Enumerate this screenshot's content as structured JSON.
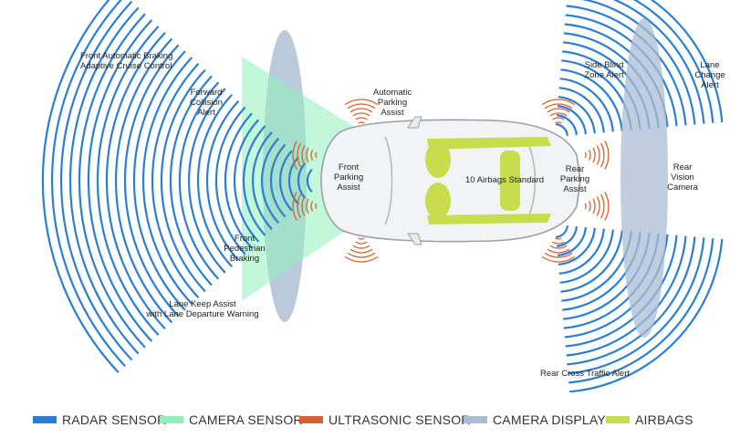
{
  "labels": {
    "front_braking": "Front Automatic Braking\nAdaptive Cruise Control",
    "forward_collision": "Forward\nCollision\nAlert",
    "auto_parking": "Automatic\nParking\nAssist",
    "front_parking": "Front\nParking\nAssist",
    "airbags_standard": "10 Airbags Standard",
    "rear_parking": "Rear\nParking\nAssist",
    "side_blind": "Side Blind\nZone Alert",
    "lane_change": "Lane\nChange\nAlert",
    "rear_vision": "Rear\nVision\nCamera",
    "front_pedestrian": "Front\nPedestrian\nBraking",
    "lane_keep": "Lane Keep Assist\nwith Lane Departure Warning",
    "rear_cross": "Rear Cross Traffic Alert"
  },
  "legend": [
    {
      "label": "RADAR SENSOR",
      "color": "#2a7fd4"
    },
    {
      "label": "CAMERA SENSOR",
      "color": "#8ff0bc"
    },
    {
      "label": "ULTRASONIC SENSOR",
      "color": "#d8622e"
    },
    {
      "label": "CAMERA DISPLAY",
      "color": "#a9bcd3"
    },
    {
      "label": "AIRBAGS",
      "color": "#c9dc4e"
    }
  ]
}
